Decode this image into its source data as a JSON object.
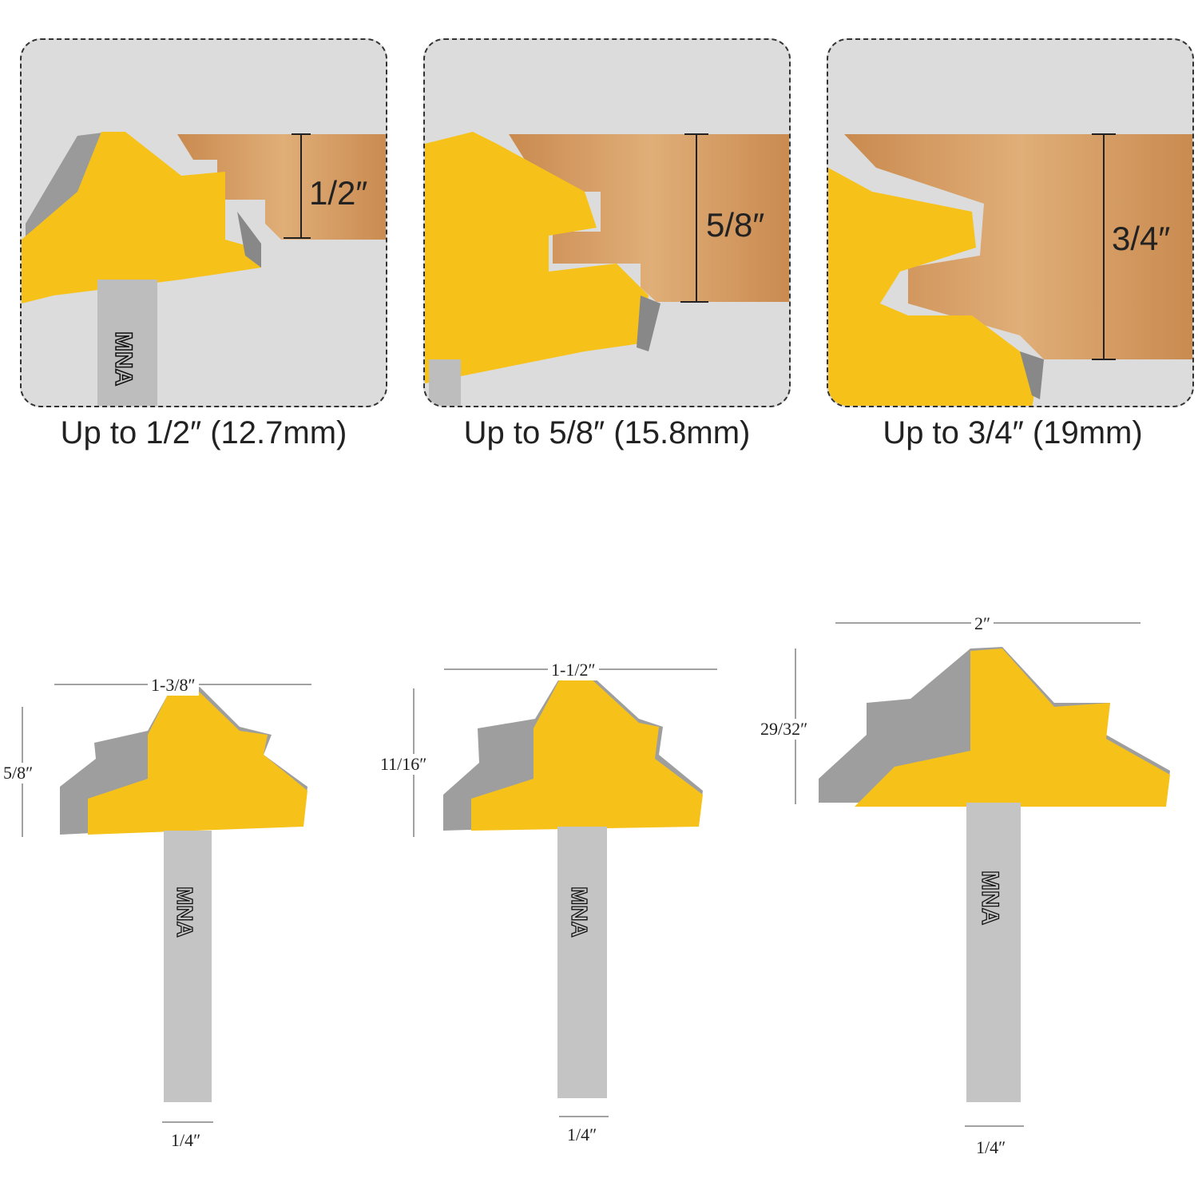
{
  "panels": [
    {
      "thickness": "1/2″",
      "caption": "Up to 1/2″ (12.7mm)"
    },
    {
      "thickness": "5/8″",
      "caption": "Up to 5/8″ (15.8mm)"
    },
    {
      "thickness": "3/4″",
      "caption": "Up to 3/4″ (19mm)"
    }
  ],
  "bits": [
    {
      "diameter": "1-3/8″",
      "height": "5/8″",
      "shank": "1/4″"
    },
    {
      "diameter": "1-1/2″",
      "height": "11/16″",
      "shank": "1/4″"
    },
    {
      "diameter": "2″",
      "height": "29/32″",
      "shank": "1/4″"
    }
  ],
  "brand_logo": "MNA",
  "colors": {
    "cutter_yellow": "#f6c21a",
    "carbide_gray": "#9a9a9a",
    "wood": "#d9a46a",
    "panel_bg": "#dcdcdc"
  }
}
